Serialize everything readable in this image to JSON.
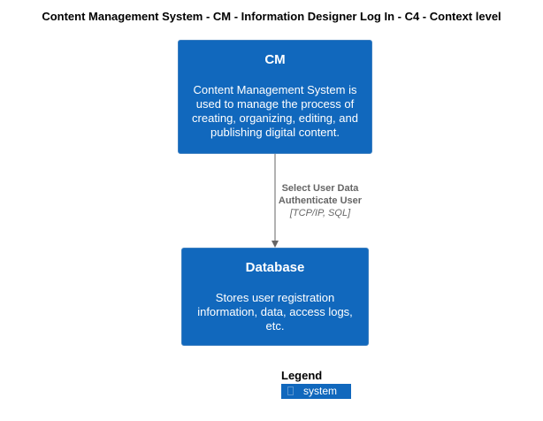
{
  "title": "Content Management System - CM - Information Designer Log In - C4 - Context level",
  "systems": [
    {
      "name": "CM",
      "description": "Content Management System is used to manage the process of creating, organizing, editing, and publishing digital content."
    },
    {
      "name": "Database",
      "description": "Stores user registration information, data, access logs, etc."
    }
  ],
  "relationship": {
    "lines": [
      "Select User Data",
      "Authenticate User"
    ],
    "technology": "[TCP/IP, SQL]"
  },
  "legend": {
    "title": "Legend",
    "items": [
      {
        "label": "system",
        "color": "#1168bd"
      }
    ]
  },
  "colors": {
    "system_fill": "#1168bd",
    "arrow": "#666666"
  }
}
